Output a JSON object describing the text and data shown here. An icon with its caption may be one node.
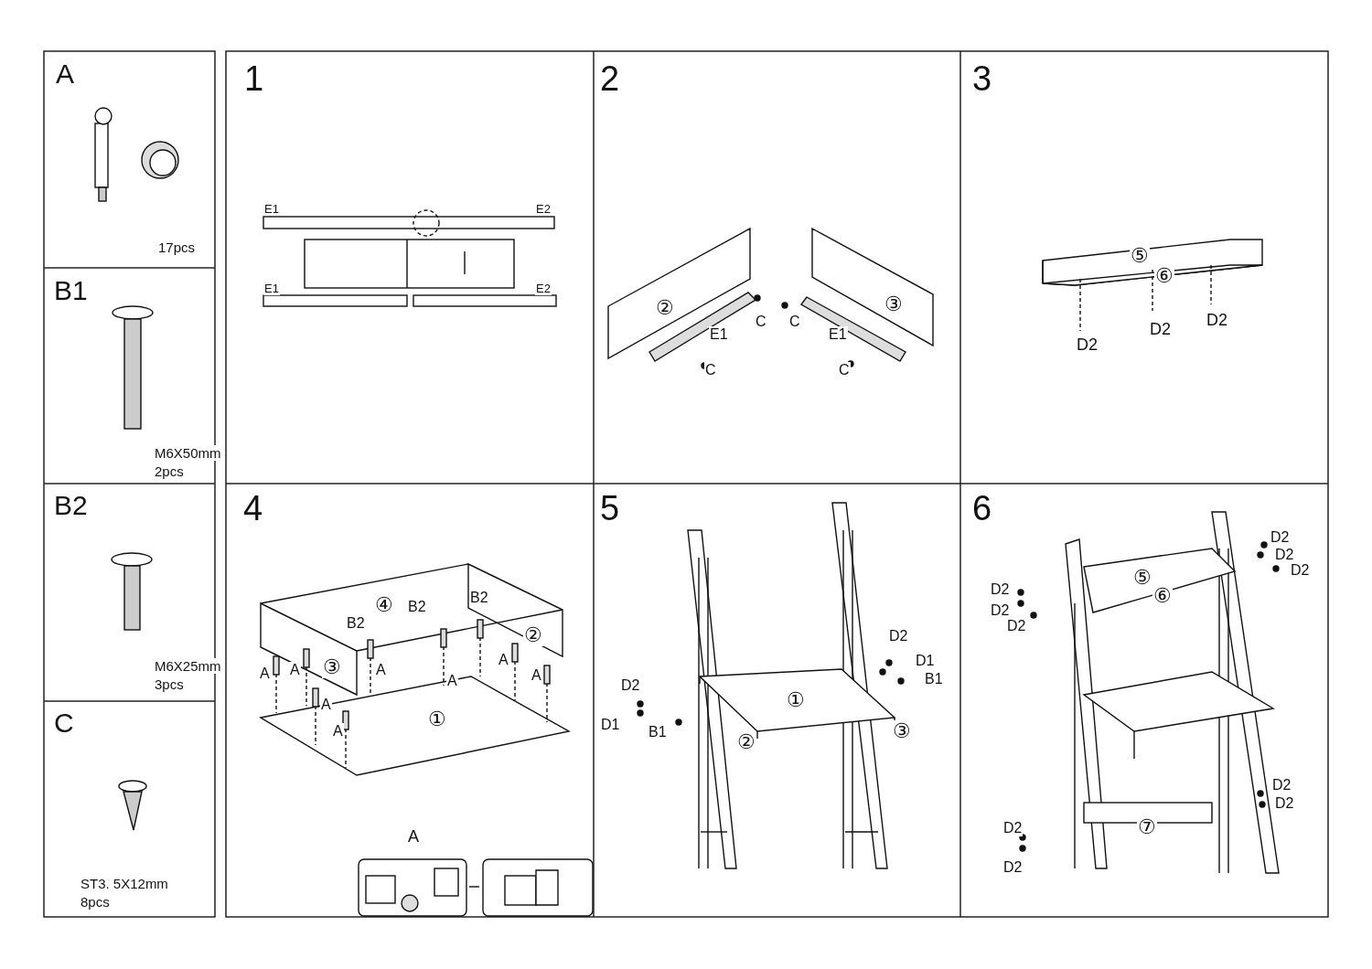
{
  "diagram": {
    "labels": [
      "A",
      "17pcs",
      "B1",
      "M6X50mm",
      "2pcs",
      "B2",
      "M6X25mm",
      "3pcs",
      "C",
      "ST3. 5X12mm",
      "8pcs",
      "1",
      "E1",
      "E2",
      "E1",
      "E2",
      "2",
      "②",
      "C",
      "E1",
      "C",
      "C",
      "E1",
      "③",
      "C",
      "3",
      "⑤",
      "⑥",
      "D2",
      "D2",
      "D2",
      "4",
      "④",
      "B2",
      "B2",
      "B2",
      "②",
      "③",
      "A",
      "A",
      "A",
      "A",
      "A",
      "A",
      "A",
      "A",
      "①",
      "A",
      "5",
      "D2",
      "D1",
      "B1",
      "D2",
      "D1",
      "B1",
      "①",
      "②",
      "③",
      "6",
      "D2",
      "D2",
      "D2",
      "D2",
      "D2",
      "D2",
      "⑤",
      "⑥",
      "D2",
      "D2",
      "D2",
      "D2",
      "⑦"
    ]
  }
}
